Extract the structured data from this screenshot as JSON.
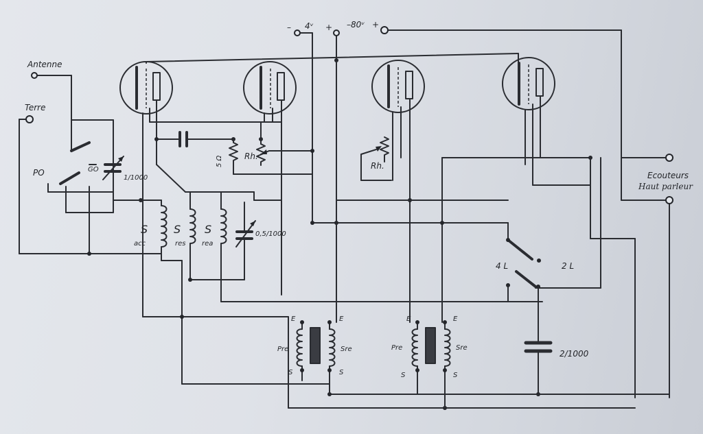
{
  "terminals": {
    "antenna": "Antenne",
    "ground": "Terre",
    "minus": "–",
    "supply_4v": "4ᵛ",
    "plus_a": "+",
    "supply_80v": "–80ᵛ",
    "plus_b": "+",
    "headphones": "Ecouteurs",
    "loudspeaker": "Haut parleur"
  },
  "switch_labels": {
    "po": "PO",
    "go": "GO",
    "four_l": "4 L",
    "two_l": "2 L"
  },
  "components": {
    "tuning_capacitor": "1/1000",
    "coil_acc_s": "S",
    "coil_acc": "acc",
    "coil_res_s": "S",
    "coil_res": "res",
    "coil_rea_s": "S",
    "coil_rea": "rea",
    "reaction_capacitor": "0,5/1000",
    "resistor_5ohm": "5 Ω",
    "rheostat_1": "Rh.",
    "rheostat_2": "Rh.",
    "output_capacitor": "2/1000",
    "transformer_1": {
      "e_left": "E",
      "e_right": "E",
      "pri": "Pre",
      "sec": "Sre",
      "s_left": "S",
      "s_right": "S"
    },
    "transformer_2": {
      "e_left": "E",
      "e_right": "E",
      "pri": "Pre",
      "sec": "Sre",
      "s_left": "S",
      "s_right": "S"
    }
  }
}
